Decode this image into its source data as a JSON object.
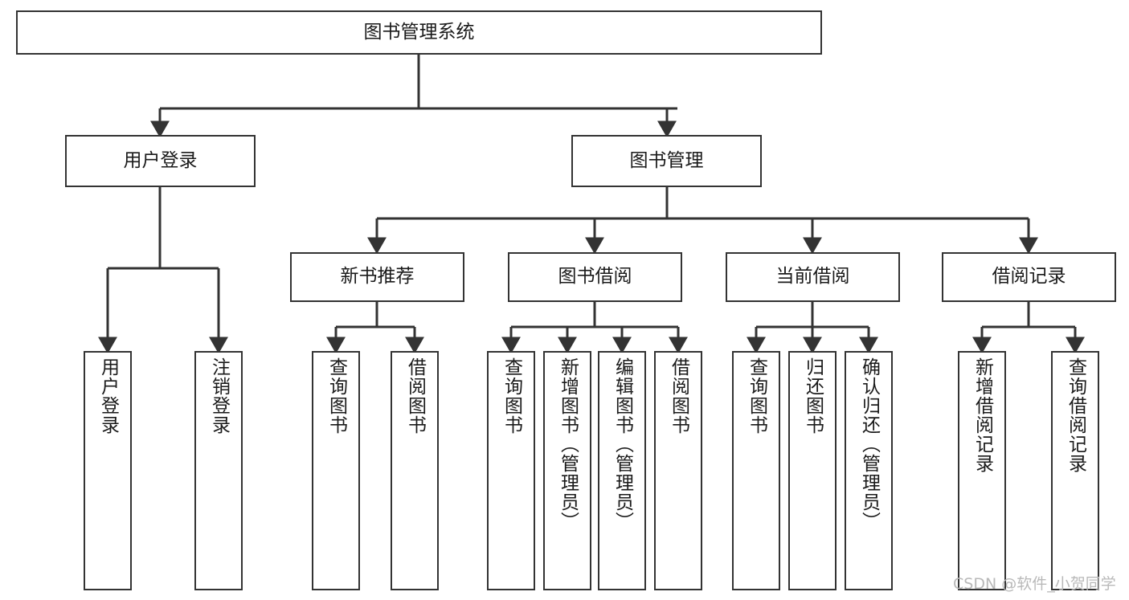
{
  "diagram": {
    "title": "图书管理系统",
    "type": "tree",
    "watermark": "CSDN @软件_小贺同学",
    "colors": {
      "box_border": "#333333",
      "box_fill": "#ffffff",
      "edge": "#333333",
      "text": "#1a1a1a",
      "watermark": "#b9b9b9",
      "background": "#ffffff"
    }
  },
  "nodes": {
    "root": {
      "label": "图书管理系统"
    },
    "level2": [
      {
        "id": "user-login",
        "label": "用户登录"
      },
      {
        "id": "book-manage",
        "label": "图书管理"
      }
    ],
    "level3": [
      {
        "id": "new-book-recommend",
        "label": "新书推荐"
      },
      {
        "id": "book-borrow",
        "label": "图书借阅"
      },
      {
        "id": "current-borrow",
        "label": "当前借阅"
      },
      {
        "id": "borrow-record",
        "label": "借阅记录"
      }
    ],
    "leaves": [
      {
        "id": "leaf-user-login",
        "label": "用户登录",
        "parent": "user-login"
      },
      {
        "id": "leaf-logout-login",
        "label": "注销登录",
        "parent": "user-login"
      },
      {
        "id": "leaf-query-book-1",
        "label": "查询图书",
        "parent": "new-book-recommend"
      },
      {
        "id": "leaf-borrow-book-1",
        "label": "借阅图书",
        "parent": "new-book-recommend"
      },
      {
        "id": "leaf-query-book-2",
        "label": "查询图书",
        "parent": "book-borrow"
      },
      {
        "id": "leaf-add-book",
        "label": "新增图书（管理员）",
        "parent": "book-borrow"
      },
      {
        "id": "leaf-edit-book",
        "label": "编辑图书（管理员）",
        "parent": "book-borrow"
      },
      {
        "id": "leaf-borrow-book-2",
        "label": "借阅图书",
        "parent": "book-borrow"
      },
      {
        "id": "leaf-query-book-3",
        "label": "查询图书",
        "parent": "current-borrow"
      },
      {
        "id": "leaf-return-book",
        "label": "归还图书",
        "parent": "current-borrow"
      },
      {
        "id": "leaf-confirm-return",
        "label": "确认归还（管理员）",
        "parent": "current-borrow"
      },
      {
        "id": "leaf-add-record",
        "label": "新增借阅记录",
        "parent": "borrow-record"
      },
      {
        "id": "leaf-query-record",
        "label": "查询借阅记录",
        "parent": "borrow-record"
      }
    ]
  }
}
